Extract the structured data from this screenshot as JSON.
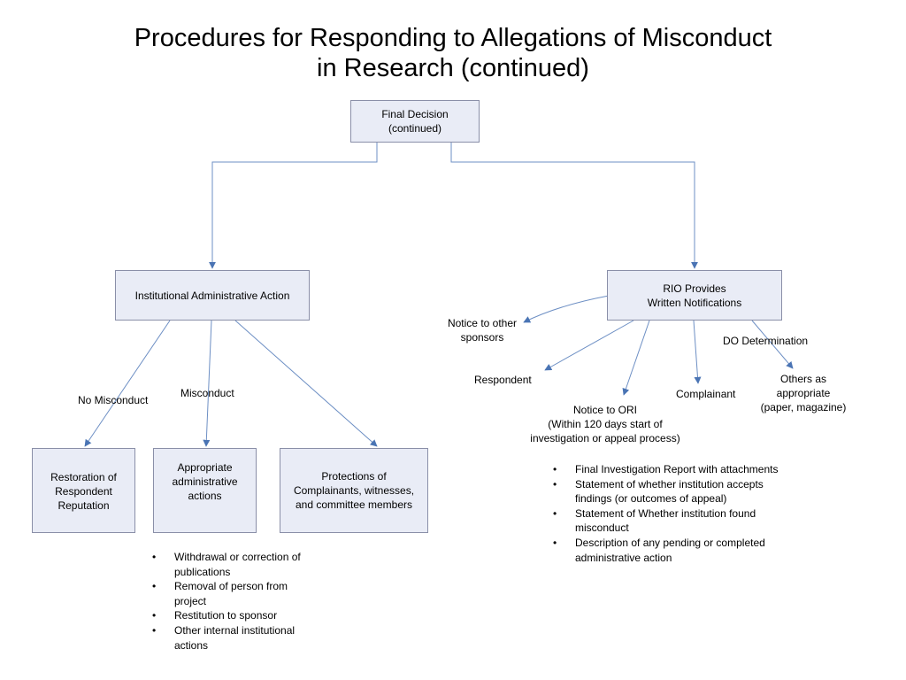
{
  "title": {
    "line1": "Procedures for Responding to Allegations of Misconduct",
    "line2": "in Research (continued)"
  },
  "nodes": {
    "final_decision": [
      "Final Decision",
      "(continued)"
    ],
    "institutional_action": "Institutional Administrative Action",
    "rio": [
      "RIO Provides",
      "Written Notifications"
    ],
    "restoration": [
      "Restoration of",
      "Respondent",
      "Reputation"
    ],
    "appropriate_actions": [
      "Appropriate",
      "administrative",
      "actions"
    ],
    "protections": [
      "Protections of",
      "Complainants, witnesses,",
      "and committee members"
    ]
  },
  "labels": {
    "no_misconduct": "No Misconduct",
    "misconduct": "Misconduct",
    "notice_sponsors": [
      "Notice to other",
      "sponsors"
    ],
    "respondent": "Respondent",
    "notice_ori": [
      "Notice to ORI",
      "(Within 120 days start of",
      "investigation or appeal process)"
    ],
    "complainant": "Complainant",
    "do_determination": "DO Determination",
    "others": [
      "Others as",
      "appropriate",
      "(paper, magazine)"
    ]
  },
  "admin_bullets": [
    "Withdrawal or correction of publications",
    "Removal of person from project",
    "Restitution to sponsor",
    "Other internal institutional actions"
  ],
  "ori_bullets": [
    "Final Investigation Report with attachments",
    "Statement of whether institution accepts findings (or outcomes of appeal)",
    "Statement of Whether institution found misconduct",
    "Description of any pending or completed administrative action"
  ]
}
